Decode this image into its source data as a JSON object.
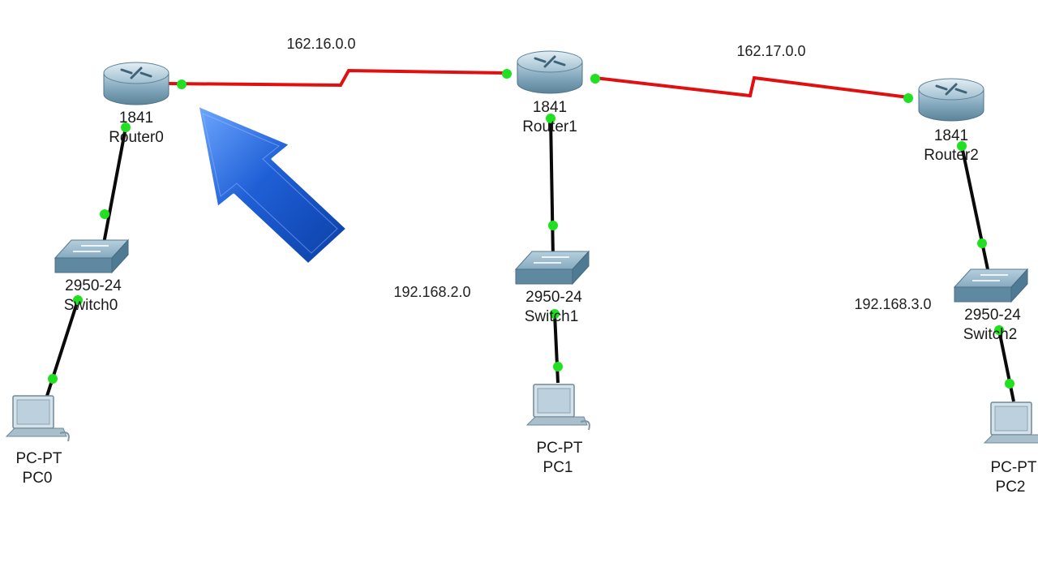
{
  "workspace": {
    "title": "",
    "background": "#ffffff",
    "colors": {
      "serial_link": "#e01010",
      "ethernet_link": "#0a0a0a",
      "port_up": "#21e021",
      "router_body": "#8fb3c6",
      "switch_body": "#7fa6bd",
      "pc_body": "#c9d7df",
      "arrow": "#1f5fd6"
    }
  },
  "devices": {
    "router0": {
      "model": "1841",
      "name": "Router0",
      "icon": "router-icon"
    },
    "router1": {
      "model": "1841",
      "name": "Router1",
      "icon": "router-icon"
    },
    "router2": {
      "model": "1841",
      "name": "Router2",
      "icon": "router-icon"
    },
    "switch0": {
      "model": "2950-24",
      "name": "Switch0",
      "icon": "switch-icon"
    },
    "switch1": {
      "model": "2950-24",
      "name": "Switch1",
      "icon": "switch-icon"
    },
    "switch2": {
      "model": "2950-24",
      "name": "Switch2",
      "icon": "switch-icon"
    },
    "pc0": {
      "model": "PC-PT",
      "name": "PC0",
      "icon": "pc-icon"
    },
    "pc1": {
      "model": "PC-PT",
      "name": "PC1",
      "icon": "pc-icon"
    },
    "pc2": {
      "model": "PC-PT",
      "name": "PC2",
      "icon": "pc-icon"
    }
  },
  "networks": {
    "net_r0_r1": "162.16.0.0",
    "net_r1_r2": "162.17.0.0",
    "lan1": "192.168.2.0",
    "lan2": "192.168.3.0"
  },
  "annotation": {
    "icon": "arrow-pointer-icon"
  }
}
